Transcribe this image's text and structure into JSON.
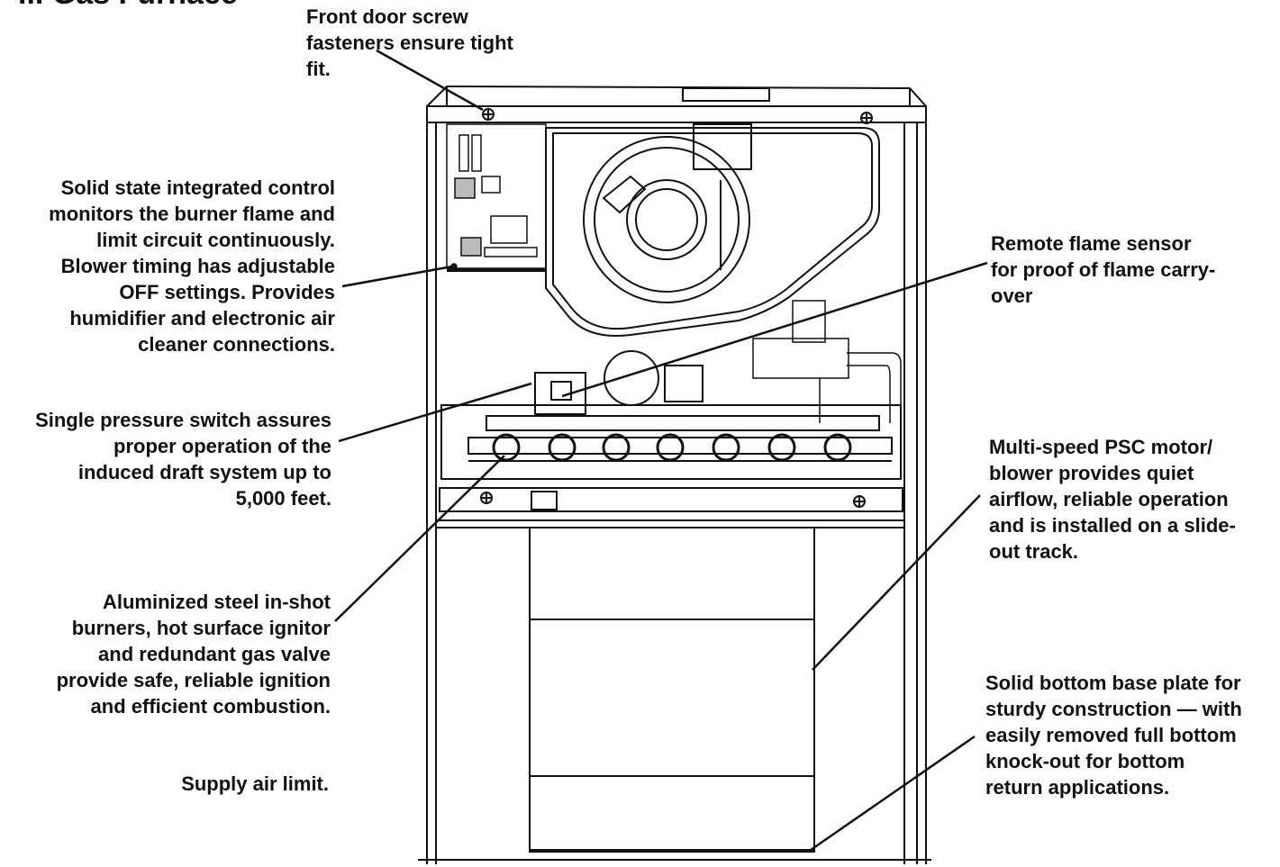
{
  "header": {
    "partial_title": "... Gas Furnace"
  },
  "callouts": {
    "front_door": [
      "Front door screw",
      "fasteners ensure tight",
      "fit."
    ],
    "control": [
      "Solid state integrated control",
      "monitors the burner flame and",
      "limit circuit continuously.",
      "Blower timing has adjustable",
      "OFF settings.  Provides",
      "humidifier and electronic air",
      "cleaner connections."
    ],
    "pressure_switch": [
      "Single pressure switch assures",
      "proper operation of the",
      "induced draft  system up to",
      "5,000 feet."
    ],
    "burners": [
      "Aluminized steel in-shot",
      "burners, hot surface ignitor",
      "and redundant gas valve",
      "provide safe, reliable ignition",
      "and efficient combustion."
    ],
    "supply_limit": [
      "Supply air limit."
    ],
    "flame_sensor": [
      "Remote flame sensor",
      "for proof of flame carry-",
      "over"
    ],
    "motor": [
      "Multi-speed PSC motor/",
      "blower provides quiet",
      "airflow, reliable operation",
      "and is installed on a slide-",
      "out track."
    ],
    "base_plate": [
      "Solid bottom base plate for",
      "sturdy construction — with",
      "easily removed full bottom",
      "knock-out for bottom",
      "return applications."
    ]
  },
  "colors": {
    "ink": "#111111",
    "background": "#ffffff",
    "panel_gray": "#d8d8d8"
  }
}
